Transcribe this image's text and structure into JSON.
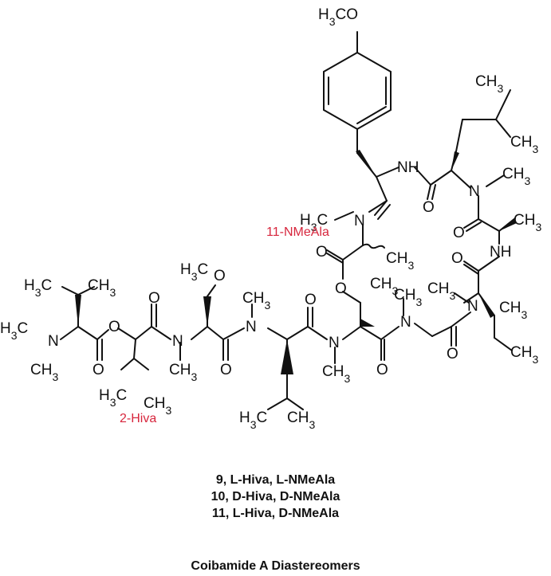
{
  "structure": {
    "labels": {
      "h3co_top": "H3CO",
      "ch3_leu_top1": "CH3",
      "ch3_leu_top2": "CH3",
      "nh_1": "NH",
      "n_me_1": "N",
      "ch3_n1": "CH3",
      "h3c_nmeala": "H3C",
      "n_nmeala": "N",
      "o_1": "O",
      "o_2": "O",
      "ch3_ala": "CH3",
      "nh_2": "NH",
      "o_3": "O",
      "ch3_nmeala_alpha": "CH3",
      "o_ester": "O",
      "o_ring": "O",
      "ch3_thr": "CH3",
      "ch3_ile_n": "CH3",
      "n_ile": "N",
      "ch3_ile": "CH3",
      "ch3_ile_ethyl": "CH3",
      "h3c_ome": "H3C",
      "o_ome": "O",
      "h3c_val1": "H3C",
      "ch3_val1": "CH3",
      "h3c_nme2": "H3C",
      "n_val": "N",
      "ch3_nme2": "CH3",
      "o_hiva": "O",
      "o_hiva_co": "O",
      "o_val_co": "O",
      "h3c_hiva": "H3C",
      "ch3_hiva": "CH3",
      "n_ser": "N",
      "ch3_nser": "CH3",
      "o_ser_co": "O",
      "n_leu": "N",
      "ch3_nleu_top": "CH3",
      "o_leu_co": "O",
      "h3c_leu": "H3C",
      "ch3_leu": "CH3",
      "n_thr": "N",
      "ch3_nthr": "CH3",
      "o_thr_co": "O",
      "n_sar": "N",
      "ch3_sar": "CH3",
      "o_sar_co": "O"
    },
    "highlight_labels": {
      "nmeala": "11-NMeAla",
      "hiva": "2-Hiva"
    }
  },
  "captions": [
    "9, L-Hiva, L-NMeAla",
    "10, D-Hiva, D-NMeAla",
    "11, L-Hiva, D-NMeAla"
  ],
  "title": "Coibamide A  Diastereomers"
}
